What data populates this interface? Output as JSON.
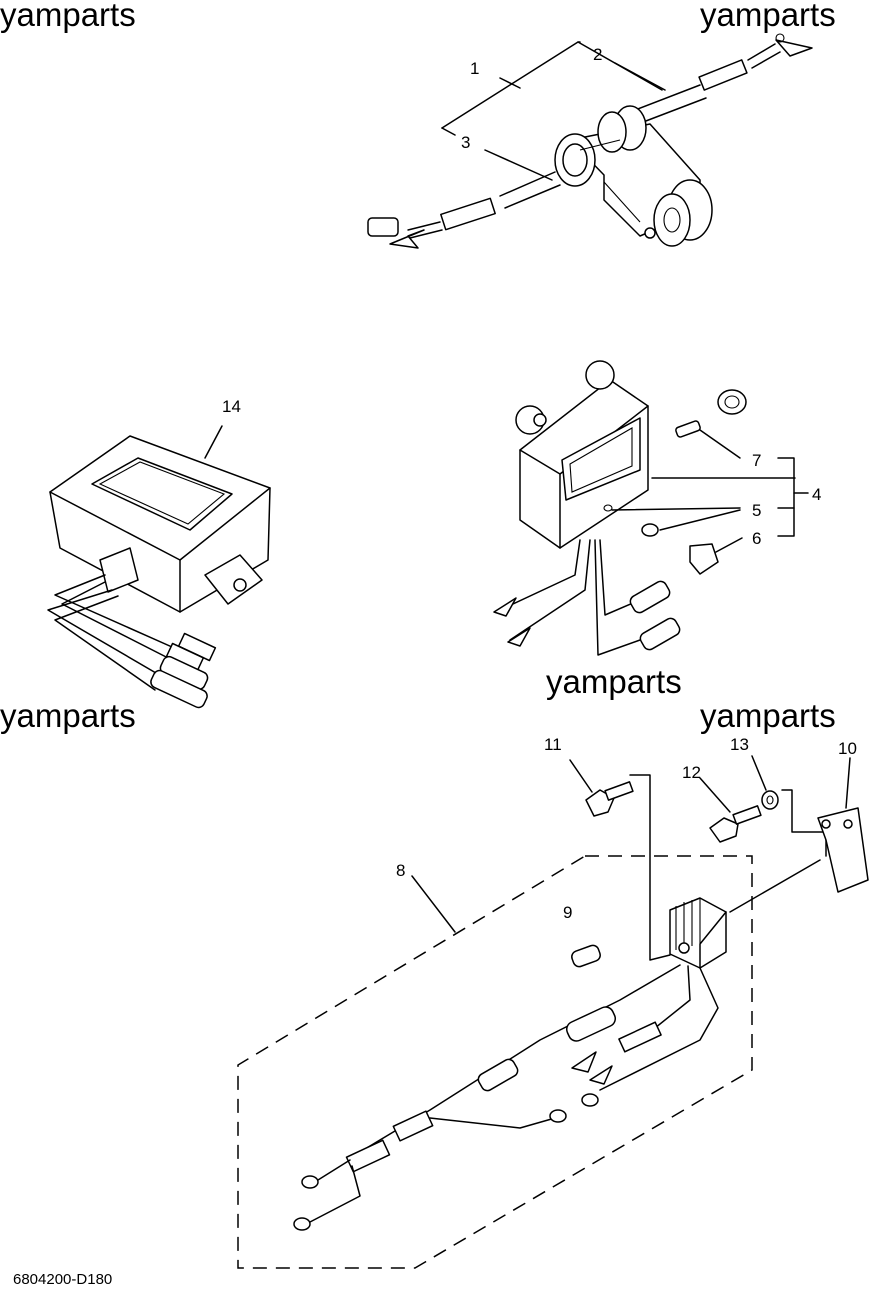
{
  "watermarks": [
    "yamparts",
    "yamparts",
    "yamparts",
    "yamparts",
    "yamparts"
  ],
  "callouts": {
    "c1": "1",
    "c2": "2",
    "c3": "3",
    "c4": "4",
    "c5": "5",
    "c6": "6",
    "c7": "7",
    "c8": "8",
    "c9": "9",
    "c10": "10",
    "c11": "11",
    "c12": "12",
    "c13": "13",
    "c14": "14"
  },
  "diagram_code": "6804200-D180"
}
